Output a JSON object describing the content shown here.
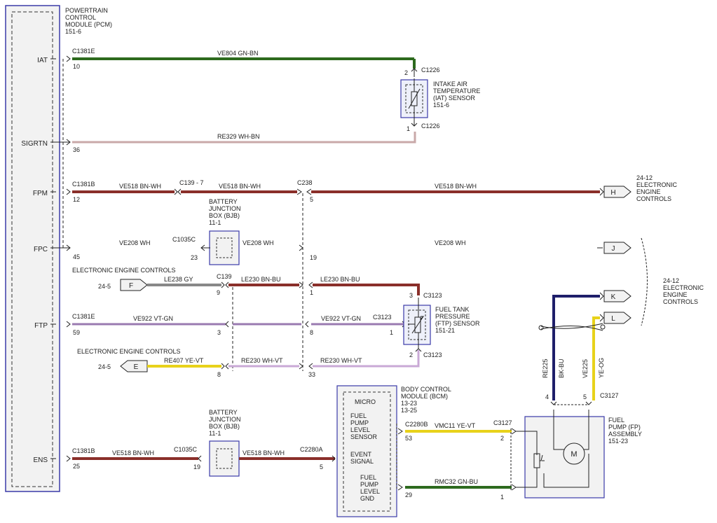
{
  "colors": {
    "module_fill": "#f2f2f2",
    "module_border": "#3a3aa8",
    "green": "#2d6a1e",
    "brown": "#8a2f2a",
    "gray": "#888888",
    "violet_green": "#9a7ab0",
    "white_brown": "#c9a9a9",
    "yellow": "#e8d21a",
    "navy": "#1e1e6a"
  },
  "pcm": {
    "title_lines": [
      "POWERTRAIN",
      "CONTROL",
      "MODULE (PCM)",
      "151-6"
    ],
    "pins": [
      "IAT",
      "SIGRTN",
      "FPM",
      "FPC",
      "FTP",
      "ENS"
    ]
  },
  "circuits": {
    "iat": {
      "connector": "C1381E",
      "pin": "10",
      "wire": "VE804  GN-BN",
      "sensor_conn": "C1226",
      "pin_top": "2",
      "pin_bottom": "1"
    },
    "sigrtn": {
      "pin": "36",
      "wire": "RE329  WH-BN"
    },
    "iat_sensor": {
      "lines": [
        "INTAKE AIR",
        "TEMPERATURE",
        "(IAT) SENSOR",
        "151-6"
      ]
    },
    "fpm": {
      "connector": "C1381B",
      "pin": "12",
      "wire1": "VE518  BN-WH",
      "c139": "C139 - 7",
      "wire2": "VE518  BN-WH",
      "c238": "C238",
      "pin_c238": "5",
      "wire3": "VE518  BN-WH"
    },
    "bjb1": {
      "lines": [
        "BATTERY",
        "JUNCTION",
        "BOX (BJB)",
        "11-1"
      ]
    },
    "fpc": {
      "pin": "45",
      "wire1": "VE208  WH",
      "connector": "C1035C",
      "pin_left": "23",
      "wire2": "VE208  WH",
      "pin_right": "19",
      "wire3": "VE208  WH"
    },
    "eec_label1": "ELECTRONIC ENGINE CONTROLS",
    "le": {
      "ref": "24-5",
      "wire1": "LE238  GY",
      "c139": "C139",
      "pin_left": "9",
      "wire2": "LE230  BN-BU",
      "pin_right": "1",
      "wire3": "LE230  BN-BU",
      "conn": "C3123",
      "pin_top": "3"
    },
    "ftp": {
      "connector": "C1381E",
      "pin": "59",
      "wire1": "VE922  VT-GN",
      "pin_mid": "3",
      "pin_right": "8",
      "wire2": "VE922  VT-GN",
      "conn": "C3123",
      "pin_sensor": "1"
    },
    "ftp_sensor": {
      "lines": [
        "FUEL TANK",
        "PRESSURE",
        "(FTP) SENSOR",
        "151-21"
      ]
    },
    "eec_label2": "ELECTRONIC ENGINE CONTROLS",
    "re": {
      "ref": "24-5",
      "wire1": "RE407  YE-VT",
      "pin_left": "8",
      "wire2": "RE230  WH-VT",
      "pin_right": "33",
      "wire3": "RE230  WH-VT",
      "pin_bottom": "2",
      "conn": "C3123"
    },
    "bjb2": {
      "lines": [
        "BATTERY",
        "JUNCTION",
        "BOX (BJB)",
        "11-1"
      ]
    },
    "ens": {
      "connector": "C1381B",
      "pin": "25",
      "wire1": "VE518  BN-WH",
      "conn2": "C1035C",
      "pin_left": "19",
      "wire2": "VE518  BN-WH",
      "conn3": "C2280A",
      "pin_right": "5"
    },
    "bcm": {
      "lines": [
        "BODY CONTROL",
        "MODULE (BCM)",
        "13-23",
        "13-25"
      ],
      "micro": "MICRO",
      "sensor_lines": [
        "FUEL",
        "PUMP",
        "LEVEL",
        "SENSOR"
      ],
      "event_lines": [
        "EVENT",
        "SIGNAL"
      ],
      "gnd_lines": [
        "FUEL",
        "PUMP",
        "LEVEL",
        "GND"
      ]
    },
    "vmc": {
      "conn": "C2280B",
      "pin_left": "53",
      "wire": "VMC11  YE-VT",
      "conn2": "C3127",
      "pin_right": "2"
    },
    "rmc": {
      "pin_left": "29",
      "wire": "RMC32  GN-BU",
      "pin_right": "1"
    },
    "fp": {
      "lines": [
        "FUEL",
        "PUMP (FP)",
        "ASSEMBLY",
        "151-23"
      ],
      "motor": "M",
      "conn": "C3127",
      "pin4": "4",
      "pin5": "5",
      "wire_re": "RE225",
      "wire_bk": "BK-BU",
      "wire_ve": "VE225",
      "wire_ye": "YE-OG"
    }
  },
  "connectors": {
    "h": "H",
    "j": "J",
    "k": "K",
    "l": "L",
    "f": "F",
    "e": "E"
  },
  "refs": {
    "eec_top": [
      "24-12",
      "ELECTRONIC",
      "ENGINE",
      "CONTROLS"
    ],
    "eec_right": [
      "24-12",
      "ELECTRONIC",
      "ENGINE",
      "CONTROLS"
    ]
  }
}
